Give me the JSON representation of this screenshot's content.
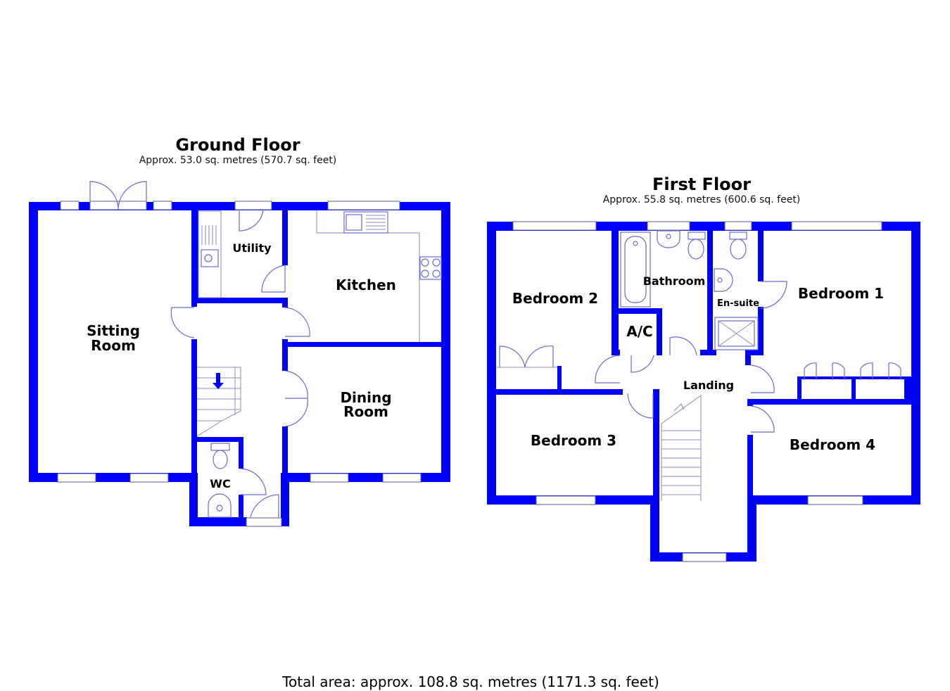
{
  "ground_floor": {
    "title": "Ground Floor",
    "area": "Approx. 53.0 sq. metres (570.7 sq. feet)",
    "rooms": {
      "sitting_1": "Sitting",
      "sitting_2": "Room",
      "utility": "Utility",
      "kitchen": "Kitchen",
      "dining_1": "Dining",
      "dining_2": "Room",
      "wc": "WC"
    }
  },
  "first_floor": {
    "title": "First Floor",
    "area": "Approx. 55.8 sq. metres (600.6 sq. feet)",
    "rooms": {
      "bedroom_1": "Bedroom 1",
      "bedroom_2": "Bedroom 2",
      "bedroom_3": "Bedroom 3",
      "bedroom_4": "Bedroom 4",
      "bathroom": "Bathroom",
      "ensuite": "En-suite",
      "ac": "A/C",
      "landing": "Landing"
    }
  },
  "total_area": "Total area: approx. 108.8 sq. metres (1171.3 sq. feet)",
  "colors": {
    "wall": "#0000ff",
    "fixture_line": "#6a6acc",
    "background": "#ffffff"
  }
}
